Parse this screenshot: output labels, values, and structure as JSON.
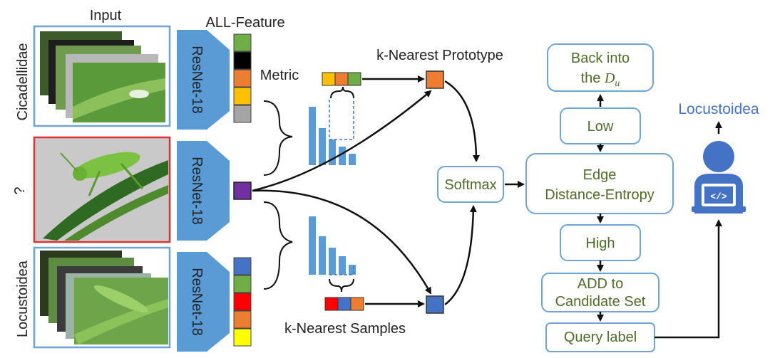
{
  "input_title": "Input",
  "all_feature_title": "ALL-Feature",
  "metric_label": "Metric",
  "knn_prototype_label": "k-Nearest Prototype",
  "knn_samples_label": "k-Nearest Samples",
  "softmax_label": "Softmax",
  "backbone_label": "ResNet-18",
  "class_top": "Cicadellidae",
  "class_mid": "?",
  "class_bottom": "Locustoidea",
  "flow": {
    "back_into_line1": "Back into",
    "back_into_line2_prefix": "the ",
    "back_into_math": "D",
    "back_into_sub": "u",
    "low": "Low",
    "edge_line1": "Edge",
    "edge_line2": "Distance-Entropy",
    "high": "High",
    "add_line1": "ADD to",
    "add_line2": "Candidate Set",
    "query": "Query label"
  },
  "output_label": "Locustoidea",
  "colors": {
    "blue": "#4472c4",
    "green": "#70ad47",
    "orange": "#ed7d31",
    "yellow": "#ffc000",
    "red": "#ff0000",
    "purple": "#7030a0",
    "black": "#000000",
    "gray": "#a5a5a5",
    "bright_yellow": "#ffff00",
    "box_border": "#6fa3d8",
    "text_green": "#4f6b2a",
    "output_text": "#4472c4"
  },
  "feature_vectors": {
    "top": [
      "green",
      "black",
      "orange",
      "yellow",
      "gray"
    ],
    "bottom": [
      "blue",
      "green",
      "red",
      "orange",
      "bright_yellow"
    ]
  },
  "prototype_bar": [
    "yellow",
    "orange",
    "green"
  ],
  "samples_bar": [
    "red",
    "blue",
    "orange"
  ],
  "icons": [
    "grasshopper-image",
    "leafhopper-image",
    "user-coder-icon",
    "code-icon"
  ]
}
